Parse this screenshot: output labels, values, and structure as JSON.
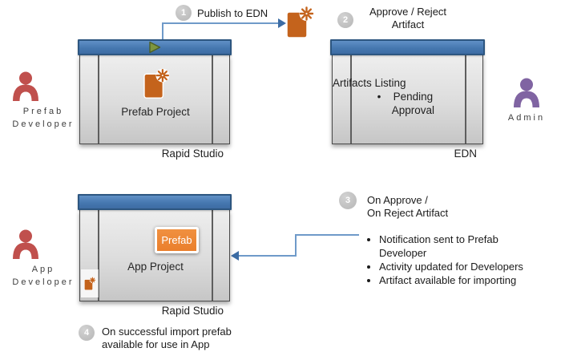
{
  "steps": {
    "s1": {
      "num": "1",
      "label": "Publish to EDN"
    },
    "s2": {
      "num": "2",
      "line1": "Approve / Reject",
      "line2": "Artifact"
    },
    "s3": {
      "num": "3",
      "line1": "On Approve /",
      "line2": "On Reject Artifact"
    },
    "s4": {
      "num": "4",
      "label": "On successful import prefab available for use in App"
    }
  },
  "notes": {
    "items": [
      "Notification sent to Prefab Developer",
      "Activity updated for Developers",
      "Artifact available for importing"
    ]
  },
  "windows": {
    "studio_top": {
      "project": "Prefab Project",
      "caption": "Rapid Studio"
    },
    "edn": {
      "listing_title": "Artifacts Listing",
      "listing_item": "Pending Approval",
      "caption": "EDN"
    },
    "studio_bottom": {
      "button": "Prefab",
      "project": "App Project",
      "caption": "Rapid Studio"
    }
  },
  "actors": {
    "prefab_developer": {
      "line1": "Prefab",
      "line2": "Developer",
      "color": "#c0504d"
    },
    "admin": {
      "line1": "Admin",
      "line2": "",
      "color": "#8064a2"
    },
    "app_developer": {
      "line1": "App",
      "line2": "Developer",
      "color": "#c0504d"
    }
  },
  "icons": {
    "artifact": "new-artifact-icon",
    "play": "run-play-icon",
    "person": "person-icon"
  },
  "colors": {
    "titlebar_blue": "#4a7ebb",
    "titlebar_border": "#2d5680",
    "connector_line": "#6f9ac9",
    "connector_arrow": "#3c6ca4",
    "artifact_orange": "#c4631c",
    "button_orange": "#ed8032",
    "play_green": "#7d963f",
    "step_badge_gray": "#c2c2c2",
    "person_red": "#c0504d",
    "person_purple": "#8064a2"
  }
}
